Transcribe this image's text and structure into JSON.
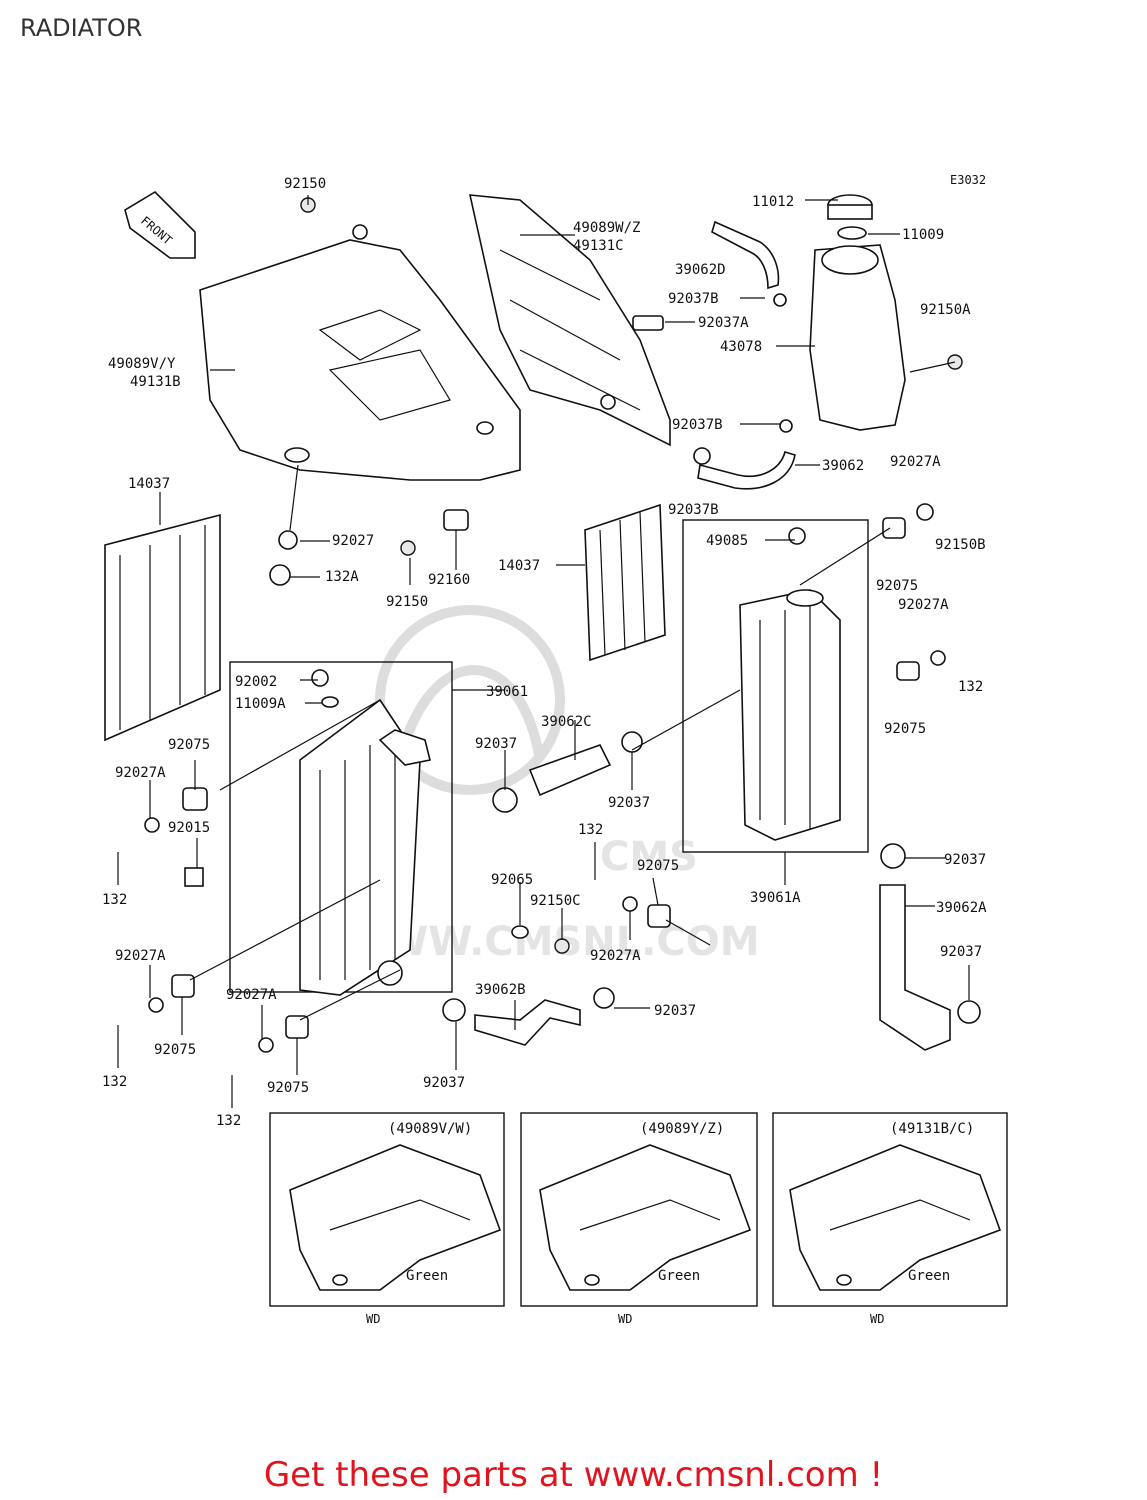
{
  "header": {
    "title": "RADIATOR"
  },
  "diagram_code": "E3032",
  "front_arrow": "FRONT",
  "watermark": {
    "text": "WWW.CMSNL.COM",
    "logo": "CMS"
  },
  "labels": [
    "92150",
    "49089W/Z",
    "49131C",
    "11012",
    "11009",
    "39062D",
    "92037B",
    "92037A",
    "92150A",
    "43078",
    "49089V/Y",
    "49131B",
    "92037B",
    "39062",
    "92027A",
    "92037B",
    "14037",
    "92027",
    "132A",
    "92150",
    "92160",
    "14037",
    "49085",
    "92150B",
    "92075",
    "92027A",
    "132",
    "92002",
    "11009A",
    "39061",
    "39062C",
    "92075",
    "92075",
    "92037",
    "92027A",
    "92015",
    "92037",
    "132",
    "132",
    "92075",
    "92065",
    "92150C",
    "92027A",
    "39061A",
    "92037",
    "39062A",
    "92027A",
    "92037",
    "39062B",
    "92027A",
    "92037",
    "92075",
    "92075",
    "132",
    "132",
    "92037",
    "132"
  ],
  "variants": [
    {
      "code": "(49089V/W)",
      "color": "Green",
      "tag": "WD"
    },
    {
      "code": "(49089Y/Z)",
      "color": "Green",
      "tag": "WD"
    },
    {
      "code": "(49131B/C)",
      "color": "Green",
      "tag": "WD"
    }
  ],
  "footer": {
    "text": "Get these parts at www.cmsnl.com !",
    "color": "#e0141e"
  }
}
